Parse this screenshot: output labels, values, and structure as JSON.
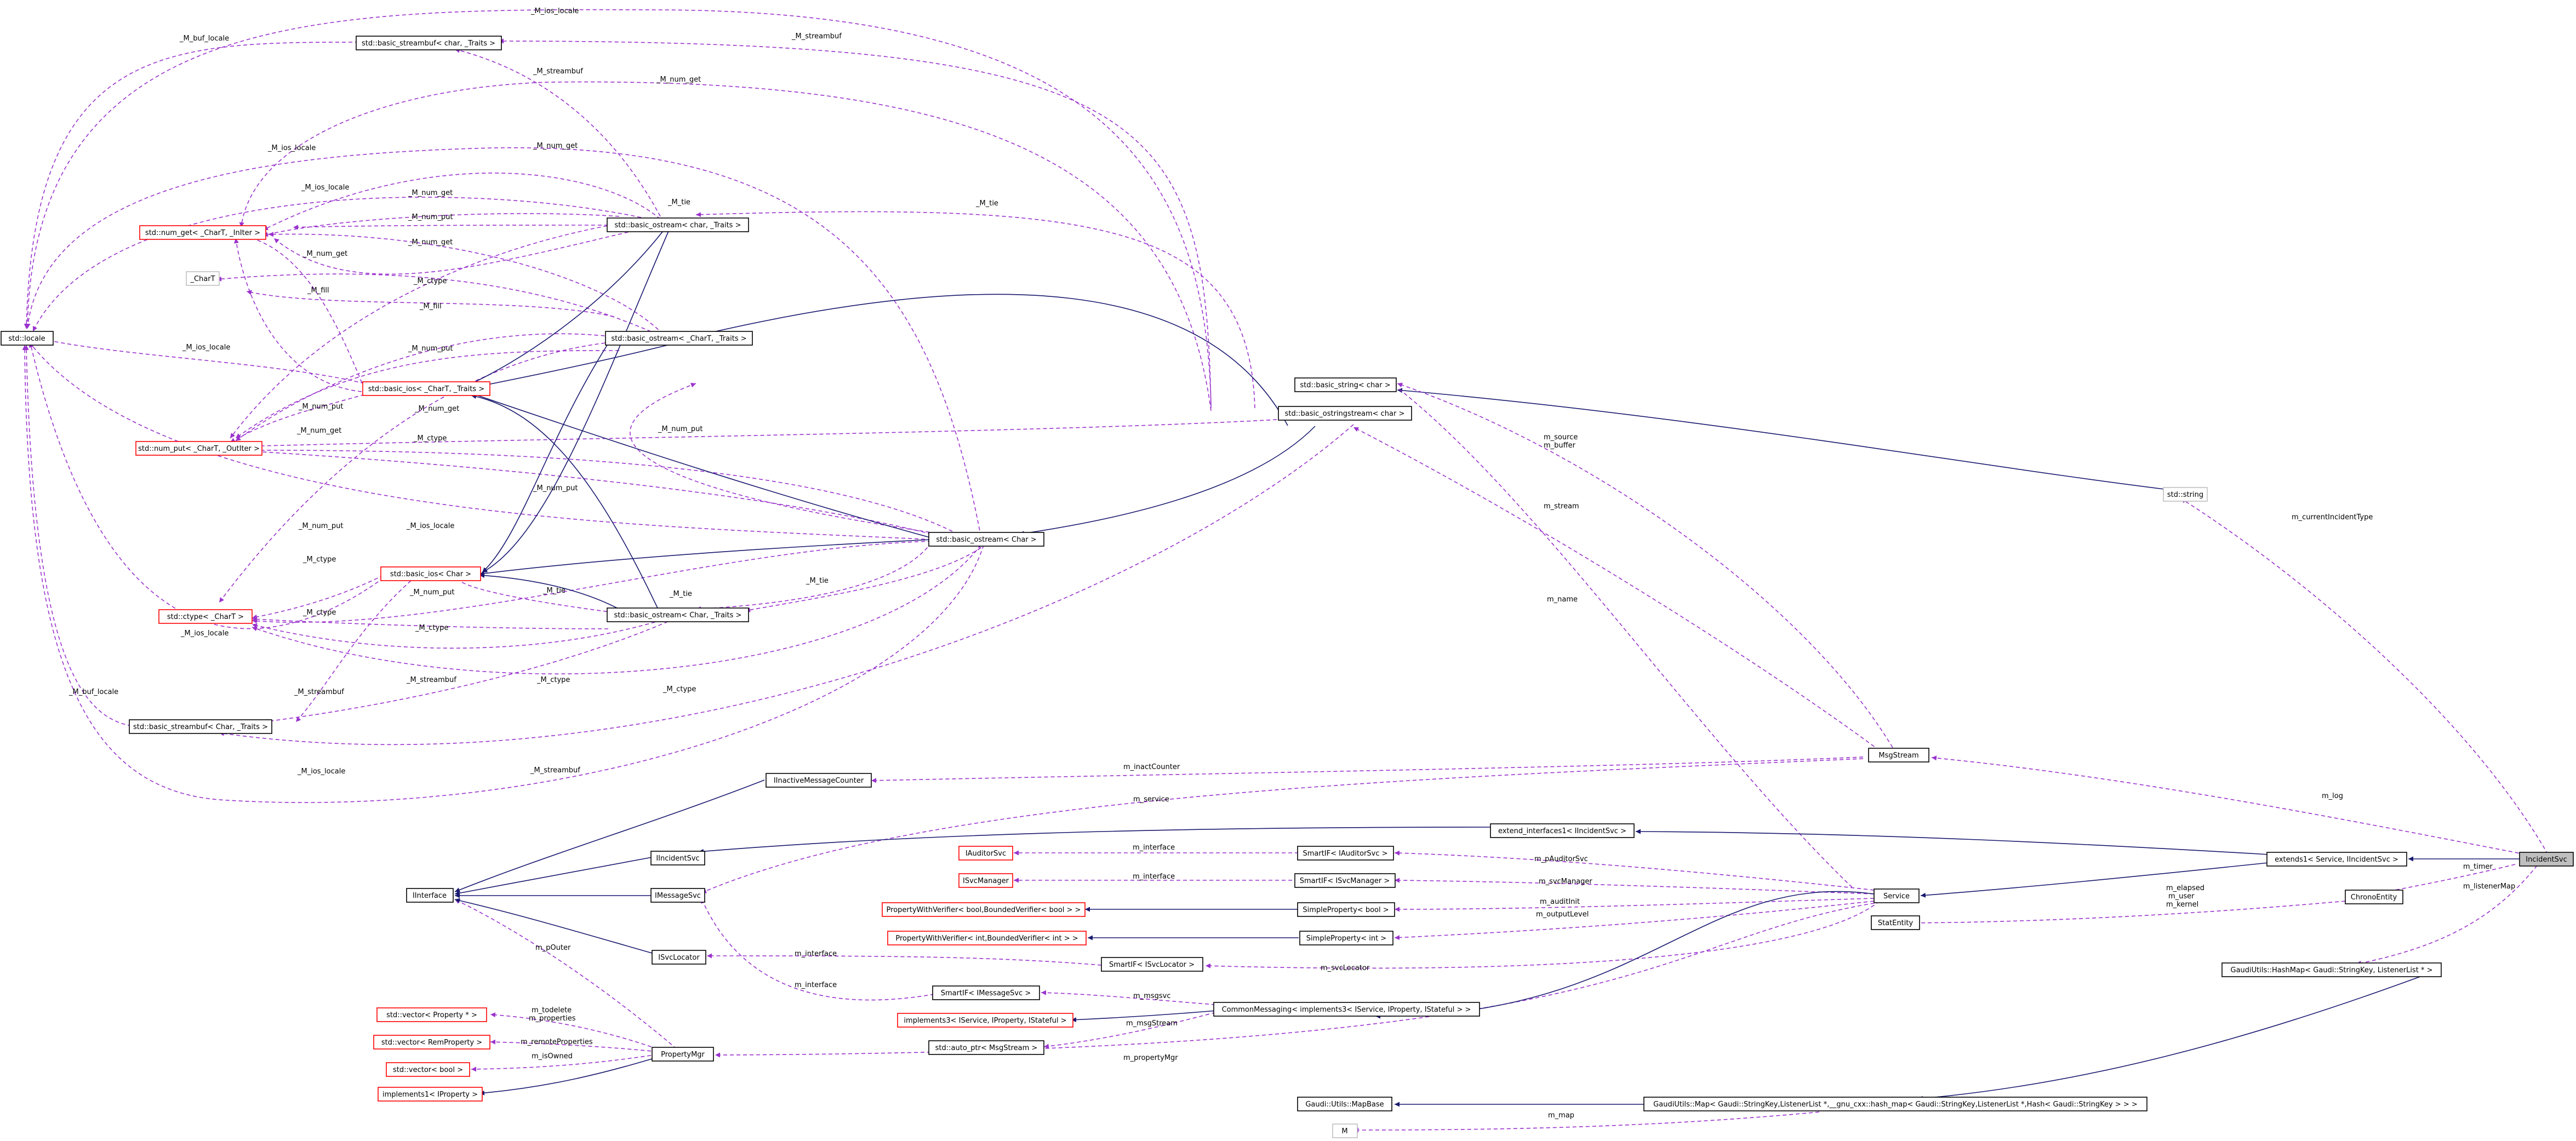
{
  "colors": {
    "inheritance_edge": "#191970",
    "usage_edge": "#9a32cd",
    "undocumented_border": "#ff0000",
    "external_border": "#bfbfbf",
    "selected_fill": "#bfbfbf"
  },
  "nodes": {
    "locale": "std::locale",
    "streambuf_traits_top": "std::basic_streambuf< char, _Traits >",
    "num_get": "std::num_get< _CharT, _InIter >",
    "charT": "_CharT",
    "num_put": "std::num_put< _CharT, _OutIter >",
    "ctype": "std::ctype< _CharT >",
    "ostream_traits": "std::basic_ostream< char, _Traits >",
    "ostream_charT_traits": "std::basic_ostream< _CharT, _Traits >",
    "ios_charT_traits": "std::basic_ios< _CharT, _Traits >",
    "basic_ios_char": "std::basic_ios< Char >",
    "ostream_char_traits": "std::basic_ostream< Char, _Traits >",
    "streambuf_char_traits": "std::basic_streambuf< Char, _Traits >",
    "basic_ostream_char": "std::basic_ostream< Char >",
    "basic_string": "std::basic_string< char >",
    "ostringstream": "std::basic_ostringstream< char >",
    "string": "std::string",
    "msgstream": "MsgStream",
    "inactive_counter": "IInactiveMessageCounter",
    "extend_interfaces": "extend_interfaces1< IIncidentSvc >",
    "extends1": "extends1< Service, IIncidentSvc >",
    "incidentsvc": "IncidentSvc",
    "iinterface": "IInterface",
    "iincidentsvc": "IIncidentSvc",
    "imessagesvc": "IMessageSvc",
    "isvclocator": "ISvcLocator",
    "iauditorsvc": "IAuditorSvc",
    "isvcmanager": "ISvcManager",
    "pwv_bool": "PropertyWithVerifier< bool,BoundedVerifier< bool > >",
    "pwv_int": "PropertyWithVerifier< int,BoundedVerifier< int > >",
    "smartif_auditor": "SmartIF< IAuditorSvc >",
    "smartif_svcmanager": "SmartIF< ISvcManager >",
    "simpleprop_bool": "SimpleProperty< bool >",
    "simpleprop_int": "SimpleProperty< int >",
    "smartif_svclocator": "SmartIF< ISvcLocator >",
    "smartif_msgsvc": "SmartIF< IMessageSvc >",
    "service": "Service",
    "statentity": "StatEntity",
    "chronoentity": "ChronoEntity",
    "commonmessaging": "CommonMessaging< implements3< IService, IProperty, IStateful > >",
    "implements3": "implements3< IService, IProperty, IStateful >",
    "auto_ptr": "std::auto_ptr< MsgStream >",
    "vec_prop": "std::vector< Property * >",
    "vec_remprop": "std::vector< RemProperty >",
    "vec_bool": "std::vector< bool >",
    "implements1": "implements1< IProperty >",
    "propertymgr": "PropertyMgr",
    "hashmap": "GaudiUtils::HashMap< Gaudi::StringKey, ListenerList * >",
    "mapbase": "Gaudi::Utils::MapBase",
    "gaudimap": "GaudiUtils::Map< Gaudi::StringKey,ListenerList *,__gnu_cxx::hash_map< Gaudi::StringKey,ListenerList *,Hash< Gaudi::StringKey > > >",
    "m": "M"
  },
  "edge_labels": {
    "ios_locale_top": "_M_ios_locale",
    "buf_locale_top": "_M_buf_locale",
    "streambuf_top": "_M_streambuf",
    "streambuf_mid": "_M_streambuf",
    "num_get_top": "_M_num_get",
    "num_get_2": "_M_num_get",
    "ios_locale_2": "_M_ios_locale",
    "ios_locale_3": "_M_ios_locale",
    "tie_1": "_M_tie",
    "tie_2": "_M_tie",
    "num_get_3": "_M_num_get",
    "num_put_1": "_M_num_put",
    "num_get_4": "_M_num_get",
    "num_get_5": "_M_num_get",
    "ctype_1": "_M_ctype",
    "fill_1": "_M_fill",
    "fill_2": "_M_fill",
    "ios_locale_4": "_M_ios_locale",
    "num_put_2": "_M_num_put",
    "num_put_3": "_M_num_put",
    "num_get_6": "_M_num_get",
    "ctype_2": "_M_ctype",
    "num_put_4": "_M_num_put",
    "num_put_5": "_M_num_put",
    "num_put_6": "_M_num_put",
    "ios_locale_5": "_M_ios_locale",
    "ctype_3": "_M_ctype",
    "tie_3": "_M_tie",
    "num_put_7": "_M_num_put",
    "tie_4": "_M_tie",
    "ctype_4": "_M_ctype",
    "ctype_5": "_M_ctype",
    "ios_locale_6": "_M_ios_locale",
    "streambuf_3": "_M_streambuf",
    "streambuf_4": "_M_streambuf",
    "ctype_6": "_M_ctype",
    "ctype_7": "_M_ctype",
    "buf_locale_2": "_M_buf_locale",
    "ios_locale_7": "_M_ios_locale",
    "streambuf_5": "_M_streambuf",
    "tie_5": "_M_tie",
    "num_put_8": "_M_num_put",
    "num_get_7": "_M_num_get",
    "m_source": "m_source",
    "m_buffer": "m_buffer",
    "m_stream": "m_stream",
    "m_name": "m_name",
    "m_currentIncidentType": "m_currentIncidentType",
    "m_inactCounter": "m_inactCounter",
    "m_service": "m_service",
    "m_log": "m_log",
    "m_interface_1": "m_interface",
    "m_interface_2": "m_interface",
    "m_interface_3": "m_interface",
    "m_interface_4": "m_interface",
    "m_pAuditorSvc": "m_pAuditorSvc",
    "m_svcManager": "m_svcManager",
    "m_auditInit": "m_auditInit",
    "m_outputLevel": "m_outputLevel",
    "m_timer": "m_timer",
    "m_elapsed": "m_elapsed",
    "m_user": "m_user",
    "m_kernel": "m_kernel",
    "m_listenerMap": "m_listenerMap",
    "m_svcLocator": "m_svcLocator",
    "m_msgsvc": "m_msgsvc",
    "m_msgStream": "m_msgStream",
    "m_pOuter": "m_pOuter",
    "m_todelete": "m_todelete",
    "m_properties": "m_properties",
    "m_remoteProperties": "m_remoteProperties",
    "m_isOwned": "m_isOwned",
    "m_propertyMgr": "m_propertyMgr",
    "m_map": "m_map"
  }
}
